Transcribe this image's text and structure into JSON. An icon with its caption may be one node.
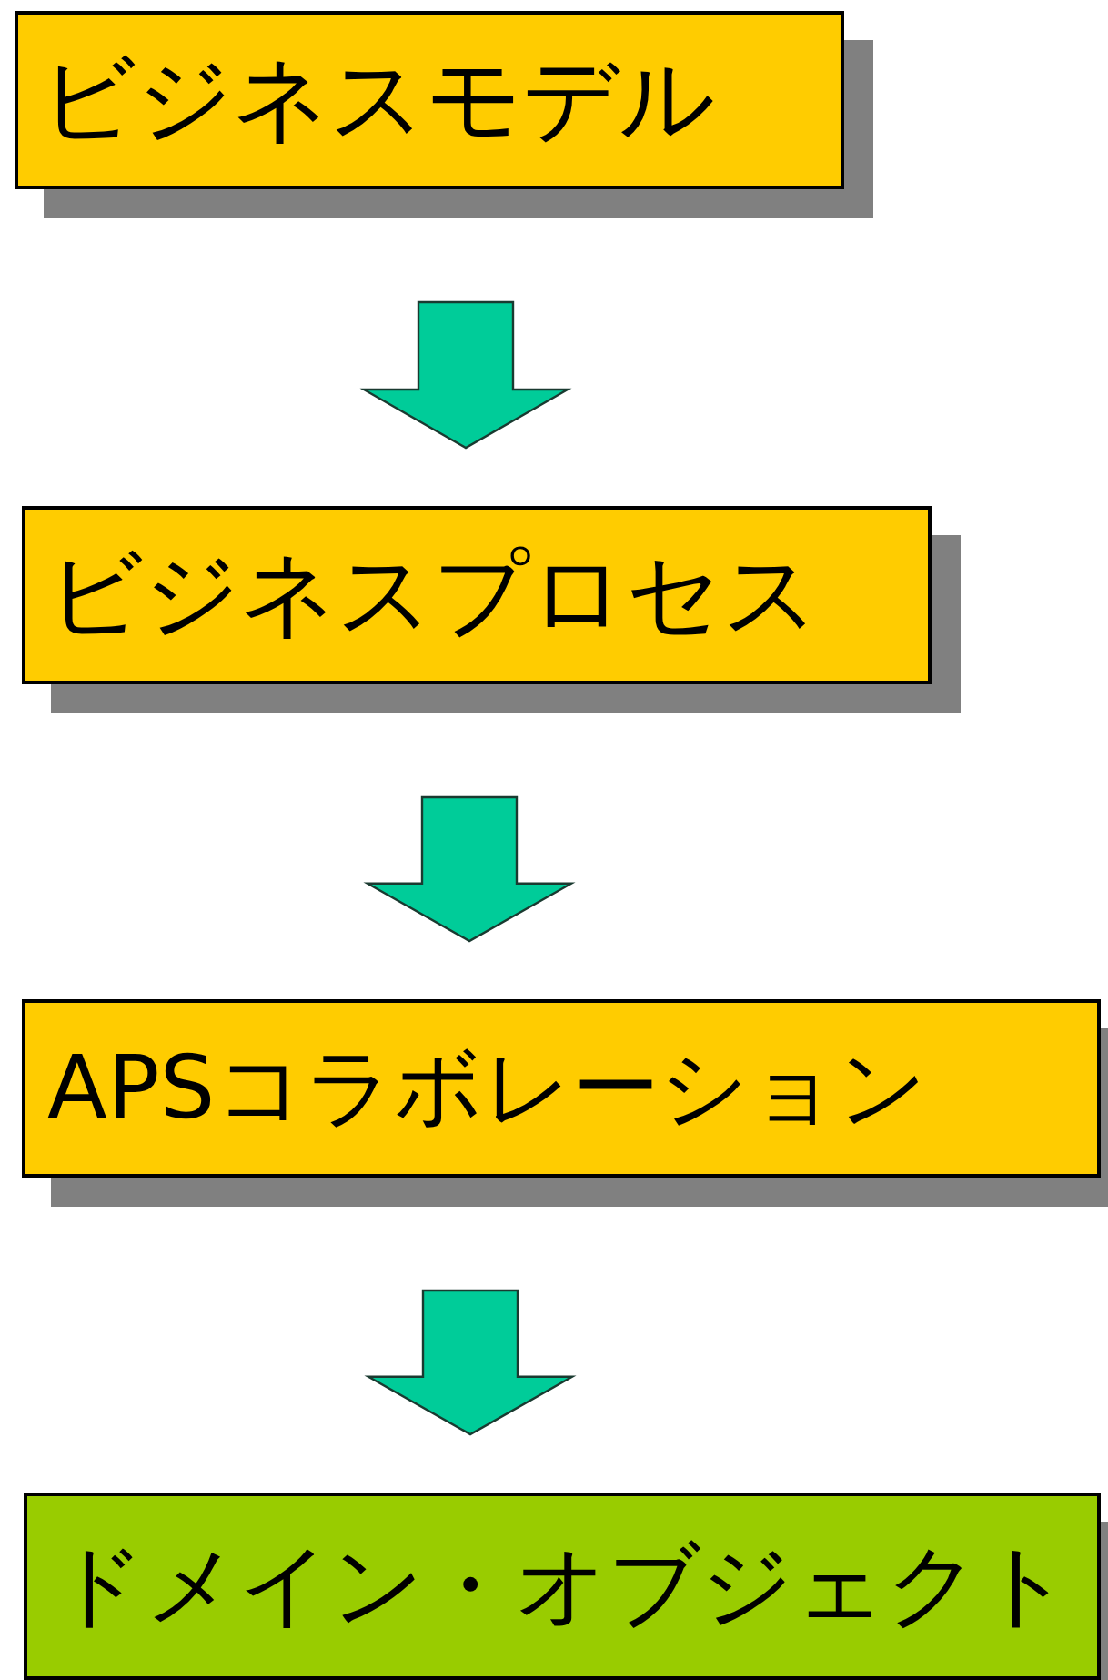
{
  "diagram": {
    "nodes": [
      {
        "text": [
          "ビジネスモデル"
        ]
      },
      {
        "text": [
          "ビジネスプロセス"
        ]
      },
      {
        "text": [
          "APSコラボレーション"
        ]
      },
      {
        "text": [
          "ドメイン・オブジェクト"
        ]
      }
    ],
    "edges": [
      {
        "from": 0,
        "to": 1,
        "arrow": "to"
      },
      {
        "from": 1,
        "to": 2,
        "arrow": "to"
      },
      {
        "from": 2,
        "to": 3,
        "arrow": "to"
      }
    ]
  }
}
